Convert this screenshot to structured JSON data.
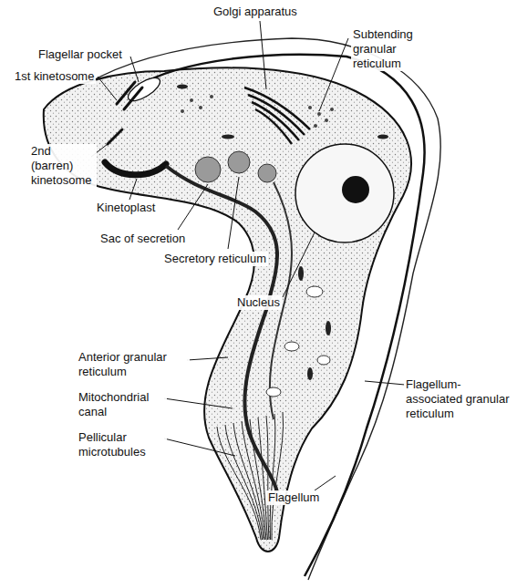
{
  "diagram": {
    "labels": [
      "Golgi apparatus",
      "Subtending granular reticulum",
      "Flagellar pocket",
      "1st kinetosome",
      "2nd (barren) kinetosome",
      "Kinetoplast",
      "Sac of secretion",
      "Secretory reticulum",
      "Nucleus",
      "Anterior granular reticulum",
      "Mitochondrial canal",
      "Pellicular microtubules",
      "Flagellum",
      "Flagellum-associated granular reticulum"
    ]
  }
}
